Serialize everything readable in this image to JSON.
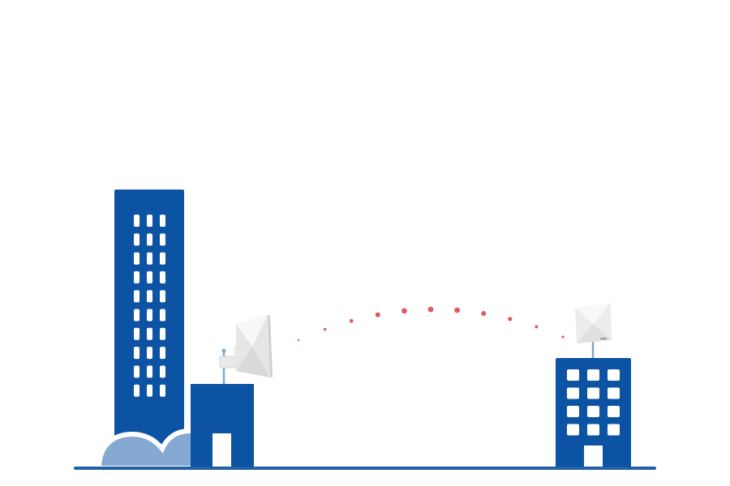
{
  "scene": {
    "description_visible_text": "",
    "colors": {
      "building": "#0d53a3",
      "window": "#ffffff",
      "cloud": "#86a9d4",
      "ground": "#1f5fa8",
      "signal": "#e05a5f",
      "antenna_light": "#f1f1f1",
      "antenna_shade": "#d4d4d4",
      "mast": "#7fa8c9"
    },
    "elements": {
      "tall_building": {
        "window_rows": 10,
        "window_columns": 3
      },
      "small_building": {
        "has_door": true
      },
      "right_building": {
        "window_rows": 4,
        "window_columns": 3,
        "has_door": true
      },
      "left_antenna": {
        "icon": "panel-antenna-icon"
      },
      "right_antenna": {
        "icon": "panel-antenna-icon"
      },
      "signal_link": {
        "dot_count": 11,
        "icon": "wireless-signal-dots"
      }
    }
  }
}
